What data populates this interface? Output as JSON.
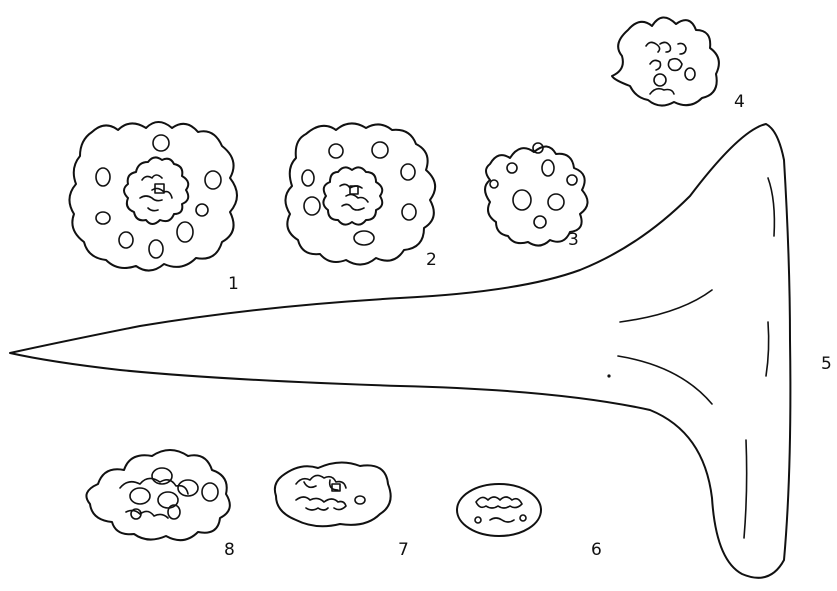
{
  "plate": {
    "ink_color": "#111111",
    "background": "#ffffff",
    "figures": [
      {
        "id": "fig-1",
        "label": "1",
        "kind": "cross-section with central stele and 8 canals"
      },
      {
        "id": "fig-2",
        "label": "2",
        "kind": "cross-section with central stele and 8 canals"
      },
      {
        "id": "fig-3",
        "label": "3",
        "kind": "cross-section with scattered canals"
      },
      {
        "id": "fig-4",
        "label": "4",
        "kind": "cross-section fragment"
      },
      {
        "id": "fig-5",
        "label": "5",
        "kind": "longitudinal outline of trumpet-shaped organ"
      },
      {
        "id": "fig-6",
        "label": "6",
        "kind": "oval cross-section"
      },
      {
        "id": "fig-7",
        "label": "7",
        "kind": "oval cross-section"
      },
      {
        "id": "fig-8",
        "label": "8",
        "kind": "lobed cross-section"
      }
    ]
  }
}
